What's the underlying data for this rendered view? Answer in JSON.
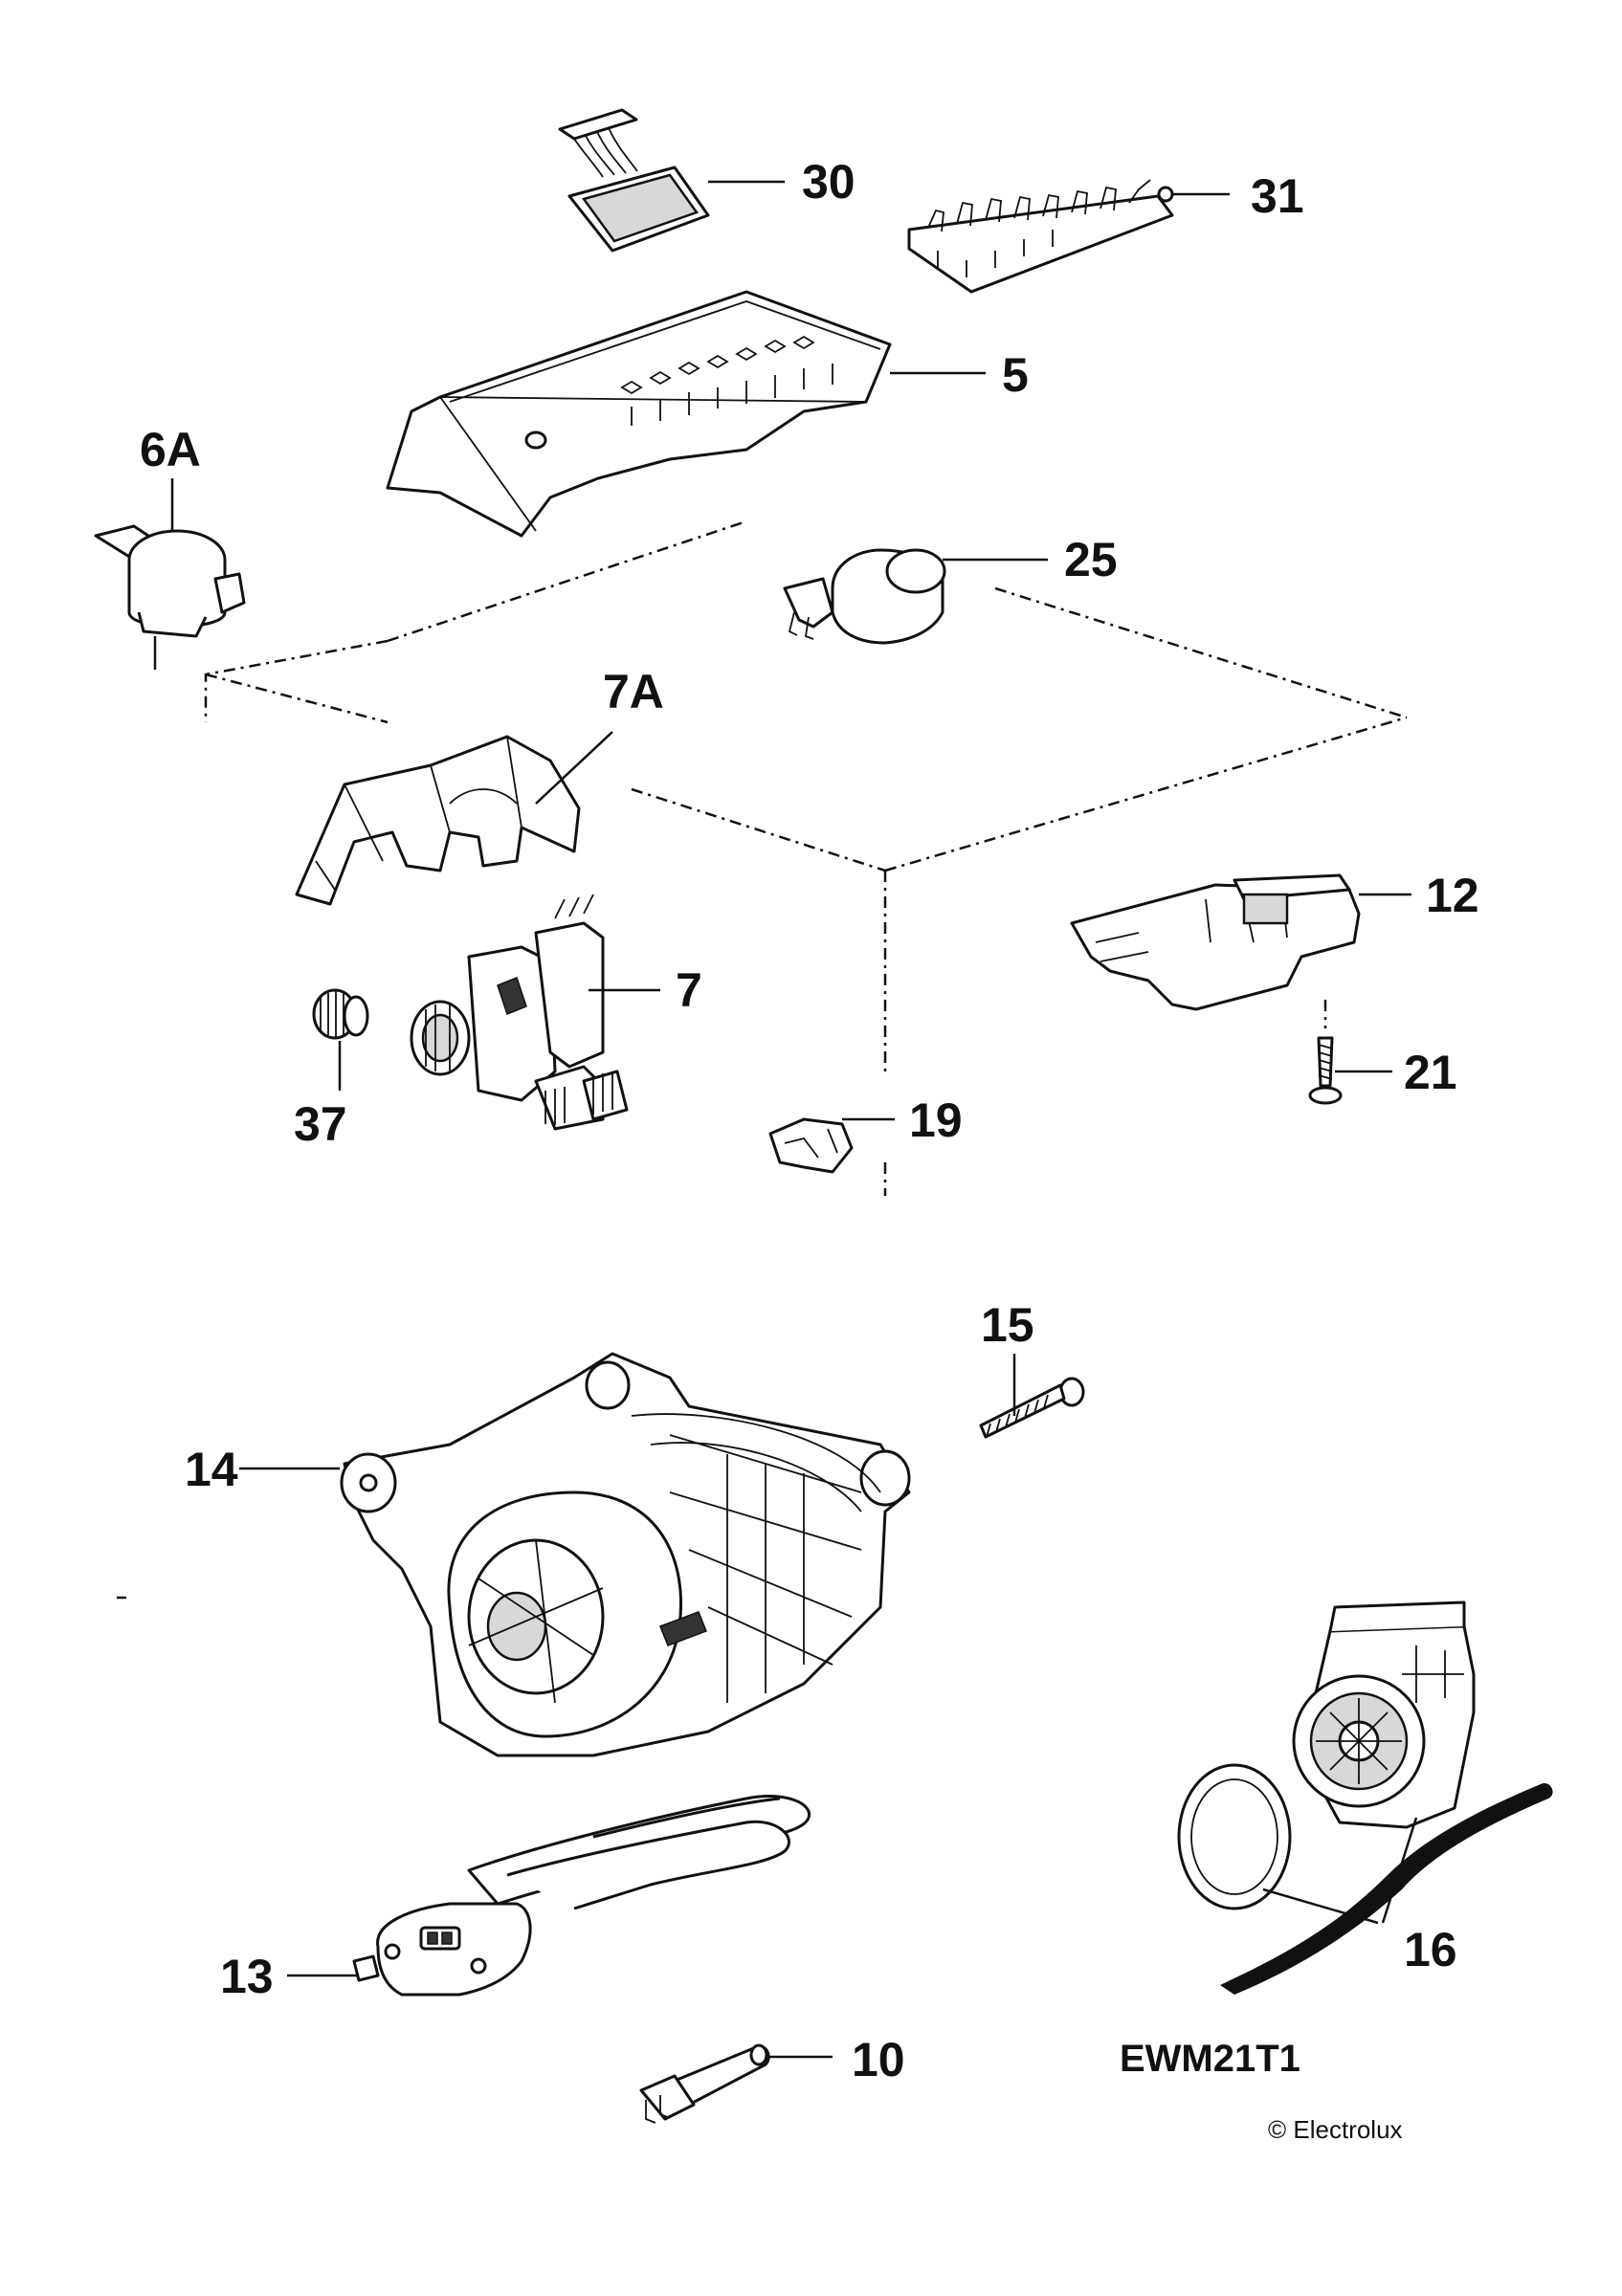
{
  "diagram": {
    "model": "EWM21T1",
    "copyright": "© Electrolux",
    "labels": {
      "p30": "30",
      "p31": "31",
      "p5": "5",
      "p6A": "6A",
      "p25": "25",
      "p7A": "7A",
      "p12": "12",
      "p7": "7",
      "p37": "37",
      "p21": "21",
      "p19": "19",
      "p15": "15",
      "p14": "14",
      "p13": "13",
      "p16": "16",
      "p10": "10"
    }
  }
}
